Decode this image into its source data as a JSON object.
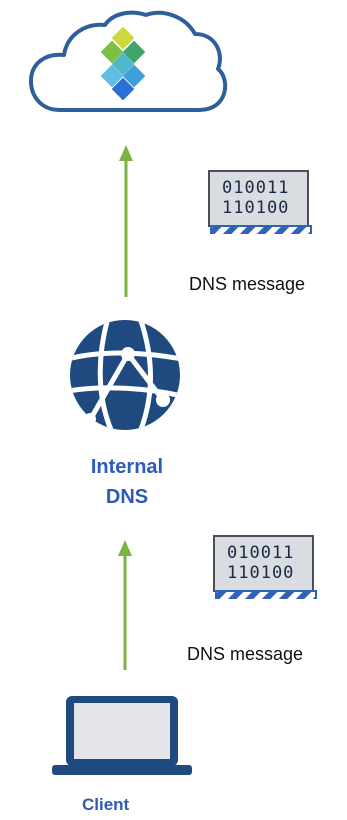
{
  "diagram": {
    "internal_dns": {
      "line1": "Internal",
      "line2": "DNS"
    },
    "client": {
      "label": "Client"
    },
    "message_top": {
      "binary_line1": "010011",
      "binary_line2": "110100",
      "caption": "DNS message"
    },
    "message_bottom": {
      "binary_line1": "010011",
      "binary_line2": "110100",
      "caption": "DNS message"
    },
    "colors": {
      "accent_blue": "#2f5bb7",
      "globe_navy": "#1f4a7f",
      "arrow_green": "#7db343",
      "cloud_outline": "#2f5f9a"
    },
    "icons": {
      "cloud": "cloud-icon",
      "globe": "network-globe-icon",
      "laptop": "laptop-icon",
      "message": "binary-message-icon"
    }
  }
}
